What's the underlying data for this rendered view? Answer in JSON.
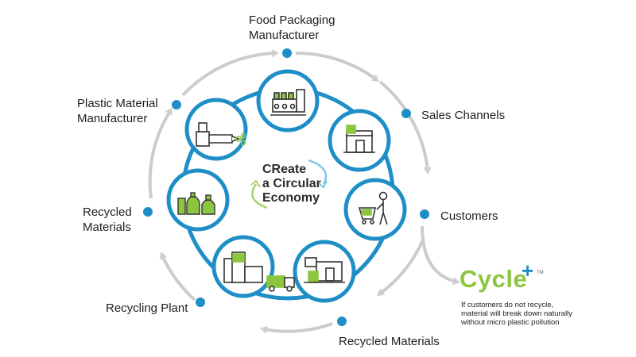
{
  "center_text": "CReate\na Circular\nEconomy",
  "outer_labels": [
    "Food Packaging\nManufacturer",
    "Sales Channels",
    "Customers",
    "Recycled Materials",
    "Recycling Plant",
    "Recycled\nMaterials",
    "Plastic Material\nManufacturer"
  ],
  "stage_icons": [
    "packaging-machine-icon",
    "convenience-store-icon",
    "shopper-cart-icon",
    "store-recycling-bin-icon",
    "recycling-plant-truck-icon",
    "recycled-bottles-icon",
    "injection-molding-icon"
  ],
  "brand": {
    "name": "Cycle",
    "plus": "+",
    "tm": "TM"
  },
  "note": "If customers do not recycle,\nmaterial will break down naturally\nwithout micro plastic pollution",
  "colors": {
    "ring": "#1e8fc6",
    "dot": "#1e8fc6",
    "outer_arrow": "#cccccc",
    "icon_green": "#8cc63f",
    "icon_line": "#333333",
    "brand_green": "#8cc63f"
  }
}
